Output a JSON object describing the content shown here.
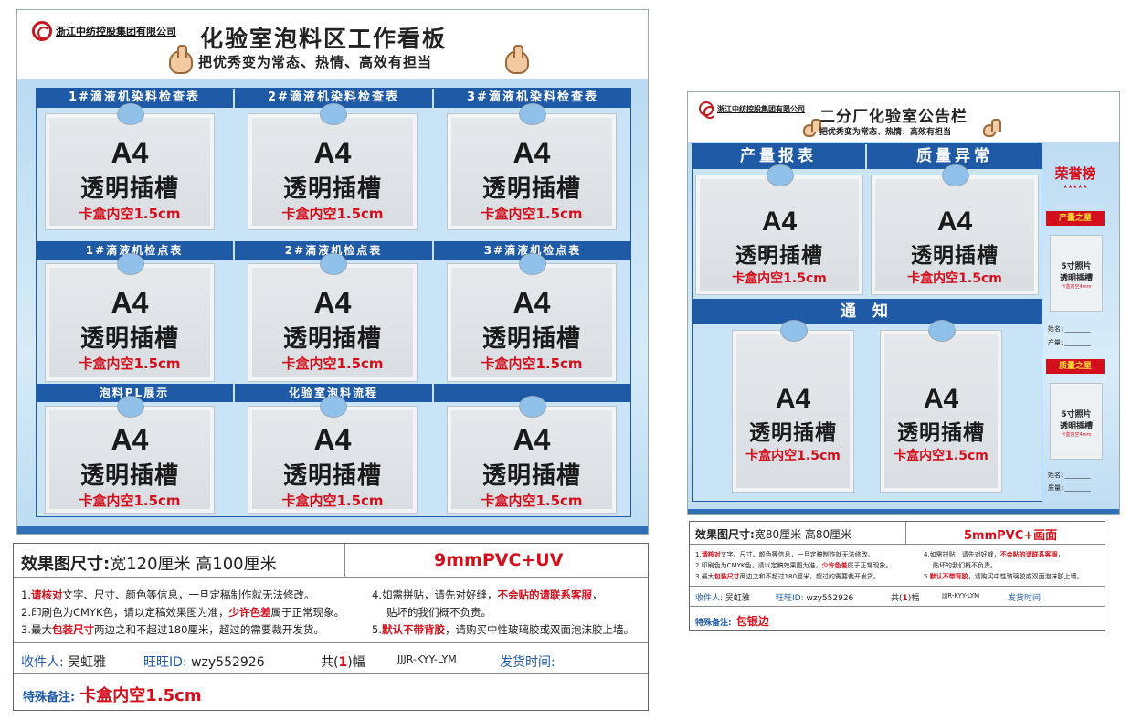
{
  "company": "浙江中纺控股集团有限公司",
  "slot_text": {
    "size": "A4",
    "name": "透明插槽",
    "gap": "卡盒内空1.5cm"
  },
  "photo_text": {
    "name": "5寸照片",
    "sub": "透明插槽",
    "gap": "卡盒内空4mm"
  },
  "board1": {
    "title": "化验室泡料区工作看板",
    "slogan": "把优秀变为常态、热情、高效有担当",
    "row1": [
      "1#滴液机染料检查表",
      "2#滴液机染料检查表",
      "3#滴液机染料检查表"
    ],
    "row2": [
      "1#滴液机检点表",
      "2#滴液机检点表",
      "3#滴液机检点表"
    ],
    "row3": [
      "泡料PL展示",
      "化验室泡料流程",
      ""
    ]
  },
  "board2": {
    "title": "二分厂化验室公告栏",
    "slogan": "把优秀变为常态、热情、高效有担当",
    "sections": [
      "产量报表",
      "质量异常"
    ],
    "notice": "通 知",
    "honor": "荣誉榜",
    "badge1": "产量之星",
    "badge2": "质量之星",
    "label_name": "姓名:",
    "label_output": "产量:",
    "label_quality": "质量:"
  },
  "spec1": {
    "size_label": "效果图尺寸:",
    "size_value": "宽120厘米  高100厘米",
    "material": "9mmPVC+UV",
    "n1a": "1.",
    "n1b": "请核对",
    "n1c": "文字、尺寸、颜色等信息，一旦定稿制作就无法修改。",
    "n2a": "2.印刷色为CMYK色，请以定稿效果图为准，",
    "n2b": "少许色差",
    "n2c": "属于正常现象。",
    "n3a": "3.最大",
    "n3b": "包装尺寸",
    "n3c": "两边之和不超过180厘米，超过的需要裁开发货。",
    "n4a": "4.如需拼贴，请先对好缝，",
    "n4b": "不会贴的请联系客服",
    "n4c": "，",
    "n4d": "贴坏的我们概不负责。",
    "n5a": "5.",
    "n5b": "默认不带背胶",
    "n5c": "，请购买中性玻璃胶或双面泡沫胶上墙。",
    "receiver_label": "收件人:",
    "receiver": "吴虹雅",
    "ww_label": "旺旺ID:",
    "ww": "wzy552926",
    "count_a": "共(",
    "count": "1",
    "count_b": ")幅",
    "code": "JJJR-KYY-LYM",
    "ship_label": "发货时间:",
    "special_label": "特殊备注:",
    "special": "卡盒内空1.5cm"
  },
  "spec2": {
    "size_label": "效果图尺寸:",
    "size_value": "宽80厘米  高80厘米",
    "material": "5mmPVC+画面",
    "special": "包银边"
  }
}
